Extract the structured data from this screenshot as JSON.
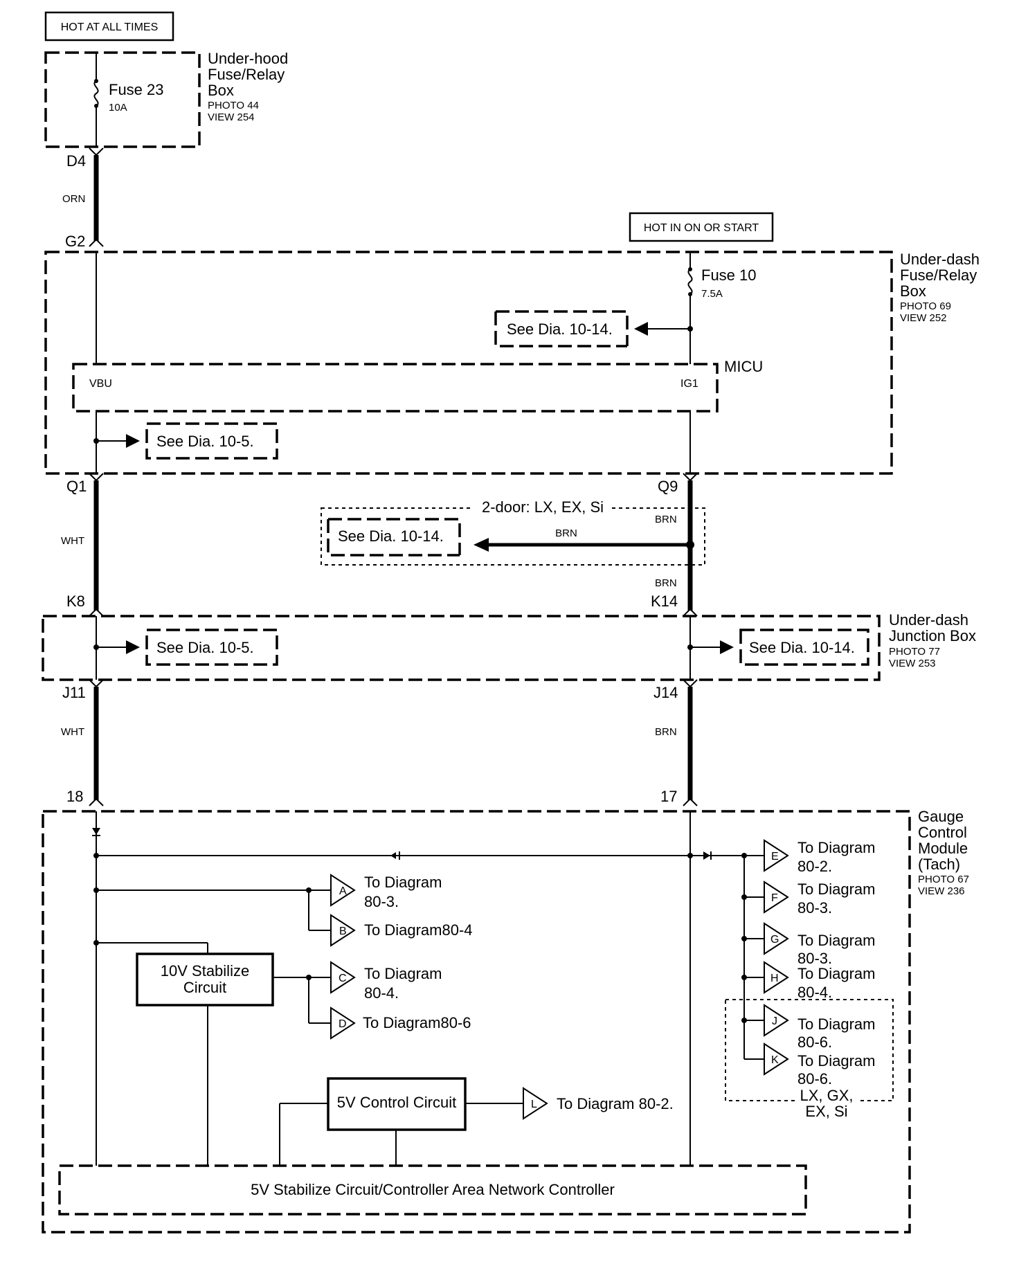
{
  "labels": {
    "hot_at_all_times": "HOT AT ALL TIMES",
    "hot_in_on_or_start": "HOT IN ON OR START",
    "underhood_box": [
      "Under-hood",
      "Fuse/Relay",
      "Box"
    ],
    "underhood_photo": [
      "PHOTO 44",
      "VIEW 254"
    ],
    "fuse23": "Fuse 23",
    "fuse23_rating": "10A",
    "underdash_box": [
      "Under-dash",
      "Fuse/Relay",
      "Box"
    ],
    "underdash_photo": [
      "PHOTO 69",
      "VIEW 252"
    ],
    "fuse10": "Fuse 10",
    "fuse10_rating": "7.5A",
    "micu": "MICU",
    "vbu": "VBU",
    "ig1": "IG1",
    "junction_box": [
      "Under-dash",
      "Junction Box"
    ],
    "junction_photo": [
      "PHOTO 77",
      "VIEW 253"
    ],
    "gauge_module": [
      "Gauge",
      "Control",
      "Module",
      "(Tach)"
    ],
    "gauge_photo": [
      "PHOTO 67",
      "VIEW 236"
    ],
    "variant_2door": "2-door: LX, EX, Si",
    "variant_lx": [
      "LX, GX,",
      "EX, Si"
    ],
    "stab10v": [
      "10V Stabilize",
      "Circuit"
    ],
    "ctrl5v": "5V Control Circuit",
    "stab5v": "5V Stabilize Circuit/Controller Area Network Controller"
  },
  "connectors": {
    "d4": "D4",
    "g2": "G2",
    "q1": "Q1",
    "q9": "Q9",
    "k8": "K8",
    "k14": "K14",
    "j11": "J11",
    "j14": "J14",
    "p18": "18",
    "p17": "17"
  },
  "wires": {
    "orn": "ORN",
    "wht_1": "WHT",
    "wht_2": "WHT",
    "brn_1": "BRN",
    "brn_2": "BRN",
    "brn_3": "BRN",
    "brn_4": "BRN"
  },
  "refs": {
    "see_10_14_a": "See Dia. 10-14.",
    "see_10_5_a": "See Dia. 10-5.",
    "see_10_14_b": "See Dia. 10-14.",
    "see_10_5_b": "See Dia. 10-5.",
    "see_10_14_c": "See Dia. 10-14."
  },
  "outputs": {
    "a": {
      "letter": "A",
      "lines": [
        "To Diagram",
        "80-3."
      ]
    },
    "b": {
      "letter": "B",
      "lines": [
        "To Diagram80-4"
      ]
    },
    "c": {
      "letter": "C",
      "lines": [
        "To Diagram",
        "80-4."
      ]
    },
    "d": {
      "letter": "D",
      "lines": [
        "To Diagram80-6"
      ]
    },
    "e": {
      "letter": "E",
      "lines": [
        "To Diagram",
        "80-2."
      ]
    },
    "f": {
      "letter": "F",
      "lines": [
        "To Diagram",
        "80-3."
      ]
    },
    "g": {
      "letter": "G",
      "lines": [
        "To Diagram",
        "80-3."
      ]
    },
    "h": {
      "letter": "H",
      "lines": [
        "To Diagram",
        "80-4."
      ]
    },
    "j": {
      "letter": "J",
      "lines": [
        "To Diagram",
        "80-6."
      ]
    },
    "k": {
      "letter": "K",
      "lines": [
        "To Diagram",
        "80-6."
      ]
    },
    "l": {
      "letter": "L",
      "lines": [
        "To Diagram 80-2."
      ]
    }
  }
}
